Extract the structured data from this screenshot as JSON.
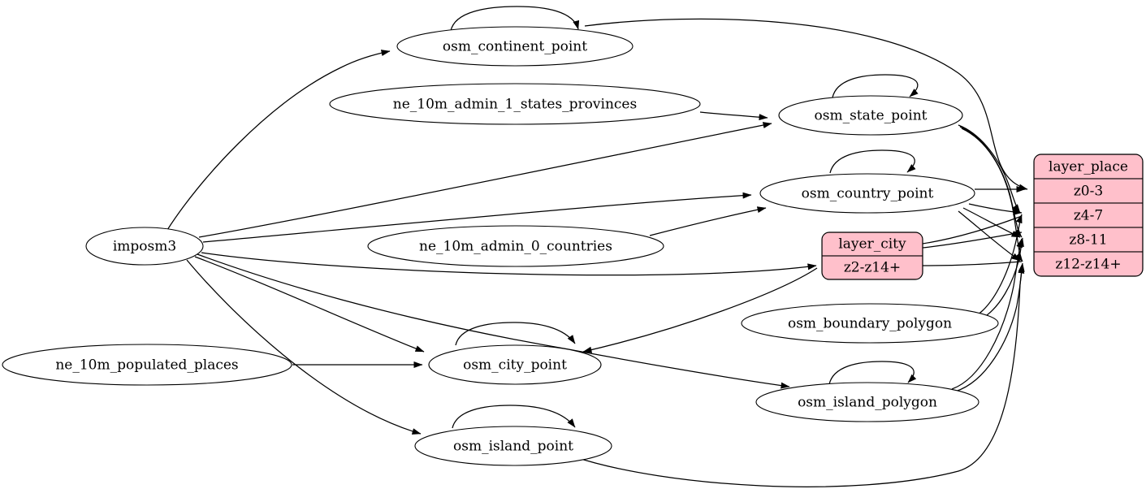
{
  "diagram": {
    "type": "directed-graph",
    "title": "",
    "background_color": "#ffffff",
    "edge_color": "#000000",
    "node_fill_default": "#ffffff",
    "record_fill": "#ffc0cb",
    "nodes": [
      {
        "id": "imposm3",
        "label": "imposm3",
        "shape": "ellipse",
        "fill": "#ffffff",
        "self_loop": false
      },
      {
        "id": "ne_10m_admin_1_states_provinces",
        "label": "ne_10m_admin_1_states_provinces",
        "shape": "ellipse",
        "fill": "#ffffff",
        "self_loop": false
      },
      {
        "id": "ne_10m_admin_0_countries",
        "label": "ne_10m_admin_0_countries",
        "shape": "ellipse",
        "fill": "#ffffff",
        "self_loop": false
      },
      {
        "id": "ne_10m_populated_places",
        "label": "ne_10m_populated_places",
        "shape": "ellipse",
        "fill": "#ffffff",
        "self_loop": false
      },
      {
        "id": "osm_continent_point",
        "label": "osm_continent_point",
        "shape": "ellipse",
        "fill": "#ffffff",
        "self_loop": true
      },
      {
        "id": "osm_state_point",
        "label": "osm_state_point",
        "shape": "ellipse",
        "fill": "#ffffff",
        "self_loop": true
      },
      {
        "id": "osm_country_point",
        "label": "osm_country_point",
        "shape": "ellipse",
        "fill": "#ffffff",
        "self_loop": true
      },
      {
        "id": "osm_city_point",
        "label": "osm_city_point",
        "shape": "ellipse",
        "fill": "#ffffff",
        "self_loop": true
      },
      {
        "id": "osm_island_point",
        "label": "osm_island_point",
        "shape": "ellipse",
        "fill": "#ffffff",
        "self_loop": true
      },
      {
        "id": "osm_boundary_polygon",
        "label": "osm_boundary_polygon",
        "shape": "ellipse",
        "fill": "#ffffff",
        "self_loop": false
      },
      {
        "id": "osm_island_polygon",
        "label": "osm_island_polygon",
        "shape": "ellipse",
        "fill": "#ffffff",
        "self_loop": true
      },
      {
        "id": "layer_city",
        "shape": "record",
        "fill": "#ffc0cb",
        "rows": [
          "layer_city",
          "z2-z14+"
        ]
      },
      {
        "id": "layer_place",
        "shape": "record",
        "fill": "#ffc0cb",
        "rows": [
          "layer_place",
          "z0-3",
          "z4-7",
          "z8-11",
          "z12-z14+"
        ]
      }
    ],
    "edges": [
      {
        "from": "imposm3",
        "to": "osm_continent_point"
      },
      {
        "from": "imposm3",
        "to": "osm_state_point"
      },
      {
        "from": "imposm3",
        "to": "osm_country_point"
      },
      {
        "from": "imposm3",
        "to": "osm_city_point"
      },
      {
        "from": "imposm3",
        "to": "osm_island_point"
      },
      {
        "from": "imposm3",
        "to": "osm_island_polygon"
      },
      {
        "from": "ne_10m_admin_1_states_provinces",
        "to": "osm_state_point"
      },
      {
        "from": "ne_10m_admin_0_countries",
        "to": "osm_country_point"
      },
      {
        "from": "ne_10m_populated_places",
        "to": "osm_city_point"
      },
      {
        "from": "osm_continent_point",
        "to": "osm_continent_point"
      },
      {
        "from": "osm_state_point",
        "to": "osm_state_point"
      },
      {
        "from": "osm_country_point",
        "to": "osm_country_point"
      },
      {
        "from": "osm_city_point",
        "to": "osm_city_point"
      },
      {
        "from": "osm_island_point",
        "to": "osm_island_point"
      },
      {
        "from": "osm_island_polygon",
        "to": "osm_island_polygon"
      },
      {
        "from": "osm_continent_point",
        "to": "layer_place:z0-3"
      },
      {
        "from": "osm_state_point",
        "to": "layer_place:z4-7"
      },
      {
        "from": "osm_state_point",
        "to": "layer_place:z8-11"
      },
      {
        "from": "osm_state_point",
        "to": "layer_place:z12-z14+"
      },
      {
        "from": "osm_country_point",
        "to": "layer_place:z0-3"
      },
      {
        "from": "osm_country_point",
        "to": "layer_place:z4-7"
      },
      {
        "from": "osm_country_point",
        "to": "layer_place:z8-11"
      },
      {
        "from": "osm_country_point",
        "to": "layer_place:z12-z14+"
      },
      {
        "from": "osm_boundary_polygon",
        "to": "layer_place:z4-7"
      },
      {
        "from": "osm_boundary_polygon",
        "to": "layer_place:z8-11"
      },
      {
        "from": "osm_island_polygon",
        "to": "layer_place:z8-11"
      },
      {
        "from": "osm_island_polygon",
        "to": "layer_place:z12-z14+"
      },
      {
        "from": "osm_island_point",
        "to": "layer_place:z12-z14+"
      },
      {
        "from": "osm_city_point",
        "to": "layer_city:z2-z14+"
      },
      {
        "from": "imposm3",
        "to": "layer_city:z2-z14+"
      }
    ]
  }
}
